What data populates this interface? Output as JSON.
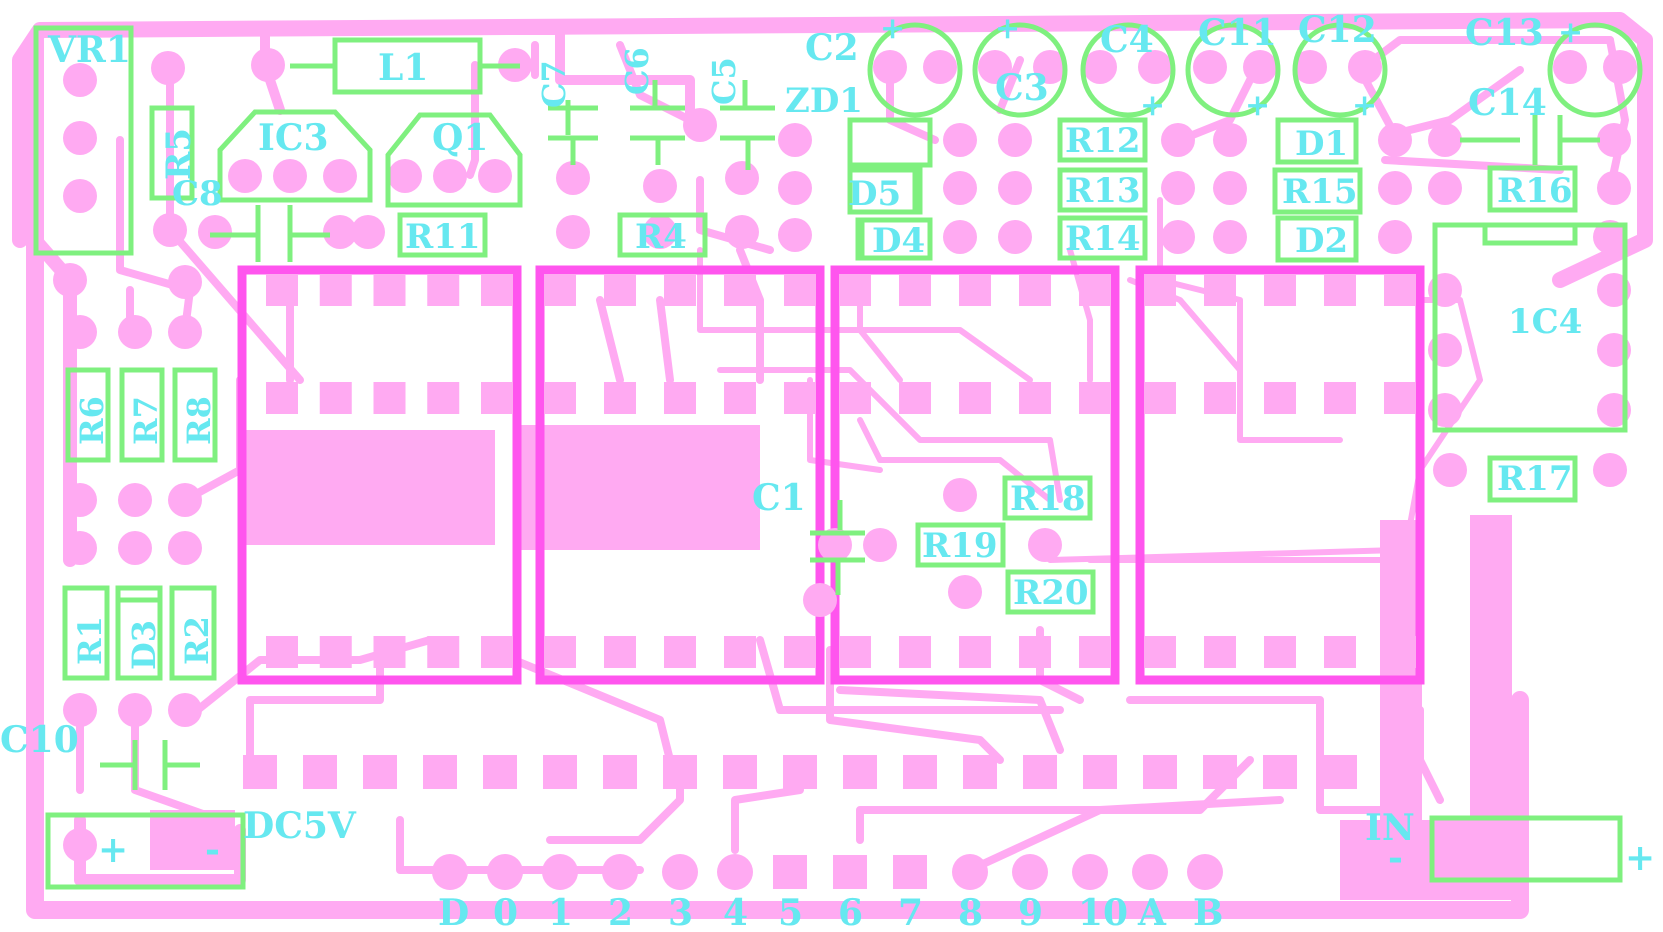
{
  "colors": {
    "background": "#ffffff",
    "copper": "#ffaaf2",
    "ic_outline": "#ff55ee",
    "silkscreen": "#7ff07f",
    "labels": "#66e8f0"
  },
  "labels": {
    "VR1": "VR1",
    "L1": "L1",
    "IC3": "IC3",
    "Q1": "Q1",
    "R5": "R5",
    "C8": "C8",
    "R11": "R11",
    "R4": "R4",
    "C7": "C7",
    "C6": "C6",
    "C5": "C5",
    "C2": "C2",
    "C3": "C3",
    "C4": "C4",
    "C11": "C11",
    "C12": "C12",
    "C13": "C13",
    "C14": "C14",
    "ZD1": "ZD1",
    "D5": "D5",
    "D4": "D4",
    "D1": "D1",
    "D2": "D2",
    "R12": "R12",
    "R13": "R13",
    "R14": "R14",
    "R15": "R15",
    "R16": "R16",
    "R17": "R17",
    "R18": "R18",
    "R19": "R19",
    "R20": "R20",
    "IC4": "1C4",
    "C1": "C1",
    "R6": "R6",
    "R7": "R7",
    "R8": "R8",
    "R1": "R1",
    "D3": "D3",
    "R2": "R2",
    "C10": "C10",
    "DC5V": "DC5V",
    "IN": "IN"
  },
  "polarity": {
    "plus": "+",
    "minus": "-",
    "dc_plus": "+",
    "dc_minus": "-",
    "in_minus": "-",
    "in_plus": "+"
  },
  "connector_pins": [
    "D",
    "0",
    "1",
    "2",
    "3",
    "4",
    "5",
    "6",
    "7",
    "8",
    "9",
    "10",
    "A",
    "B"
  ]
}
